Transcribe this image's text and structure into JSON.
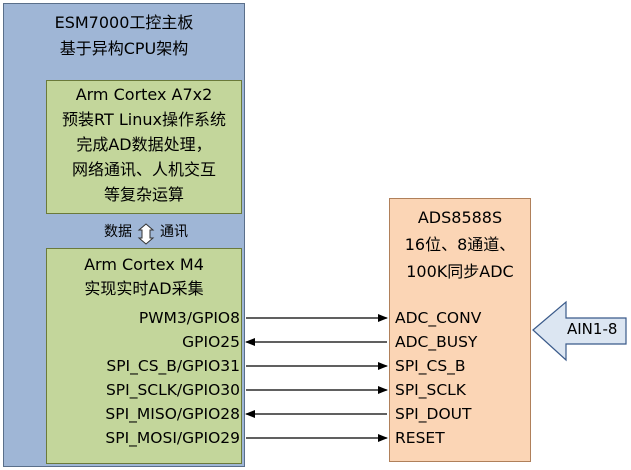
{
  "board": {
    "title_line1": "ESM7000工控主板",
    "title_line2": "基于异构CPU架构"
  },
  "a7_core": {
    "lines": [
      "Arm Cortex A7x2",
      "预装RT Linux操作系统",
      "完成AD数据处理，",
      "网络通讯、人机交互",
      "等复杂运算"
    ]
  },
  "link": {
    "left_label": "数据",
    "right_label": "通讯"
  },
  "m4_core": {
    "lines": [
      "Arm Cortex M4",
      "实现实时AD采集"
    ],
    "pins": [
      "PWM3/GPIO8",
      "GPIO25",
      "SPI_CS_B/GPIO31",
      "SPI_SCLK/GPIO30",
      "SPI_MISO/GPIO28",
      "SPI_MOSI/GPIO29"
    ]
  },
  "adc": {
    "lines": [
      "ADS8588S",
      "16位、8通道、",
      "100K同步ADC"
    ],
    "pins": [
      "ADC_CONV",
      "ADC_BUSY",
      "SPI_CS_B",
      "SPI_SCLK",
      "SPI_DOUT",
      "RESET"
    ]
  },
  "connections": [
    {
      "from": "PWM3/GPIO8",
      "to": "ADC_CONV",
      "direction": "to-adc"
    },
    {
      "from": "GPIO25",
      "to": "ADC_BUSY",
      "direction": "to-mcu"
    },
    {
      "from": "SPI_CS_B/GPIO31",
      "to": "SPI_CS_B",
      "direction": "to-adc"
    },
    {
      "from": "SPI_SCLK/GPIO30",
      "to": "SPI_SCLK",
      "direction": "to-adc"
    },
    {
      "from": "SPI_MISO/GPIO28",
      "to": "SPI_DOUT",
      "direction": "to-mcu"
    },
    {
      "from": "SPI_MOSI/GPIO29",
      "to": "RESET",
      "direction": "to-adc"
    }
  ],
  "analog_input": {
    "label": "AIN1-8"
  },
  "colors": {
    "board_fill": "#9fb6d6",
    "core_fill": "#c3d69b",
    "adc_fill": "#fbd5b5",
    "input_arrow_fill": "#dce6f2"
  }
}
